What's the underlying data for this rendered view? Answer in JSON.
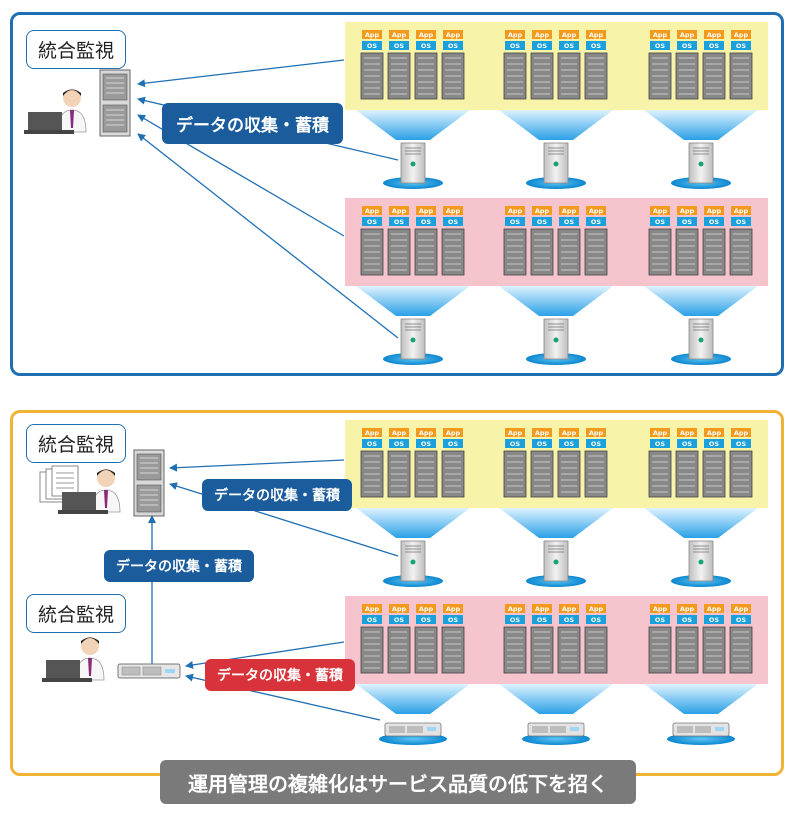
{
  "top_panel": {
    "label": "統合監視",
    "tag": "データの収集・蓄積"
  },
  "bottom_panel": {
    "upper_label": "統合監視",
    "lower_label": "統合監視",
    "tag_right": "データの収集・蓄積",
    "tag_vertical": "データの収集・蓄積",
    "tag_red": "データの収集・蓄積"
  },
  "chip": {
    "app": "App",
    "os": "OS"
  },
  "footer": "運用管理の複雑化はサービス品質の低下を招く",
  "colors": {
    "top_border": "#1f6fb2",
    "bottom_border": "#f2b233",
    "yellow_band": "#f7f3a8",
    "pink_band": "#f5c4cc",
    "tag_blue": "#1a5c9c",
    "tag_red": "#d8333a",
    "arrow": "#1f6fb2"
  }
}
